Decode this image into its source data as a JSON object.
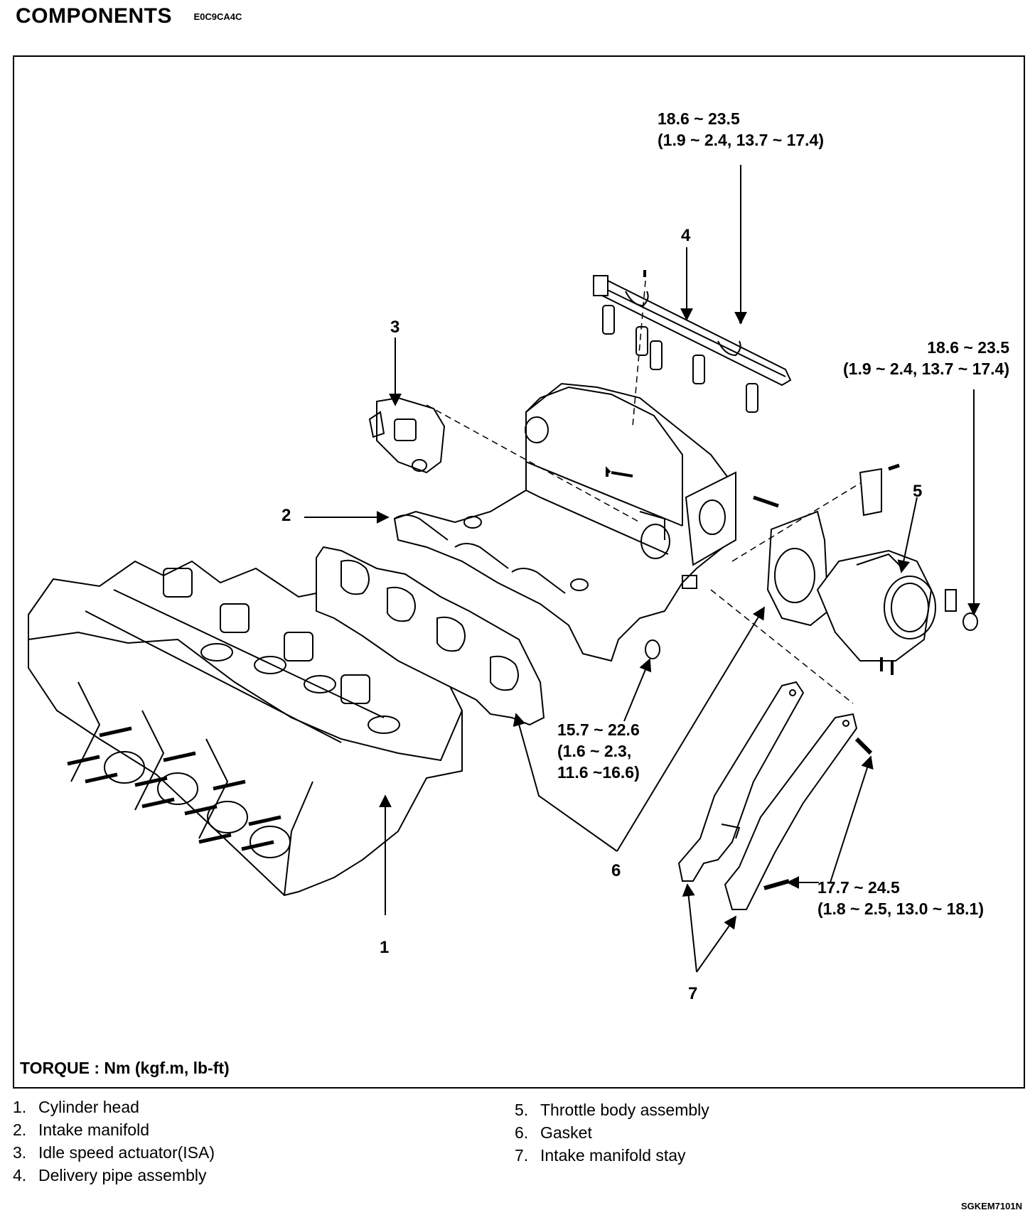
{
  "header": {
    "title": "COMPONENTS",
    "code": "E0C9CA4C"
  },
  "callouts": {
    "c1": "1",
    "c2": "2",
    "c3": "3",
    "c4": "4",
    "c5": "5",
    "c6": "6",
    "c7": "7"
  },
  "torques": {
    "t1_line1": "18.6 ~ 23.5",
    "t1_line2": "(1.9 ~ 2.4, 13.7 ~ 17.4)",
    "t2_line1": "18.6 ~ 23.5",
    "t2_line2": "(1.9 ~ 2.4, 13.7 ~ 17.4)",
    "t3_line1": "15.7 ~ 22.6",
    "t3_line2": "(1.6 ~ 2.3,",
    "t3_line3": "11.6 ~16.6)",
    "t4_line1": "17.7 ~ 24.5",
    "t4_line2": "(1.8 ~ 2.5, 13.0 ~ 18.1)"
  },
  "torque_note": "TORQUE : Nm (kgf.m, lb-ft)",
  "legend": {
    "left": [
      {
        "num": "1.",
        "text": "Cylinder head"
      },
      {
        "num": "2.",
        "text": "Intake manifold"
      },
      {
        "num": "3.",
        "text": "Idle speed actuator(ISA)"
      },
      {
        "num": "4.",
        "text": "Delivery pipe assembly"
      }
    ],
    "right": [
      {
        "num": "5.",
        "text": "Throttle body assembly"
      },
      {
        "num": "6.",
        "text": "Gasket"
      },
      {
        "num": "7.",
        "text": "Intake manifold stay"
      }
    ]
  },
  "figure_code": "SGKEM7101N"
}
